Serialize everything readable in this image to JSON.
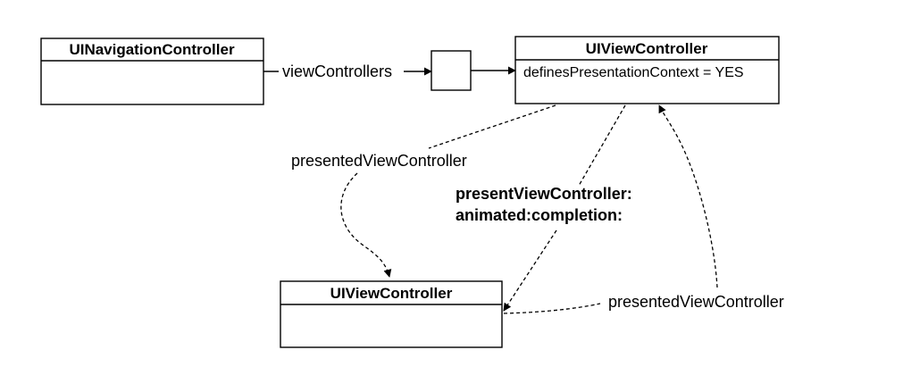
{
  "nodes": {
    "navigation_controller": {
      "title": "UINavigationController",
      "attribute": ""
    },
    "array_node": {
      "title": ""
    },
    "root_view_controller": {
      "title": "UIViewController",
      "attribute": "definesPresentationContext = YES"
    },
    "presented_view_controller": {
      "title": "UIViewController",
      "attribute": ""
    }
  },
  "edges": {
    "view_controllers": {
      "label": "viewControllers",
      "style": "solid"
    },
    "array_to_root": {
      "label": "",
      "style": "solid"
    },
    "presented_view_controller_left": {
      "label": "presentedViewController",
      "style": "dashed"
    },
    "present_method": {
      "label_line1": "presentViewController:",
      "label_line2": "animated:completion:",
      "style": "dashed"
    },
    "presented_view_controller_right": {
      "label": "presentedViewController",
      "style": "dashed"
    }
  }
}
